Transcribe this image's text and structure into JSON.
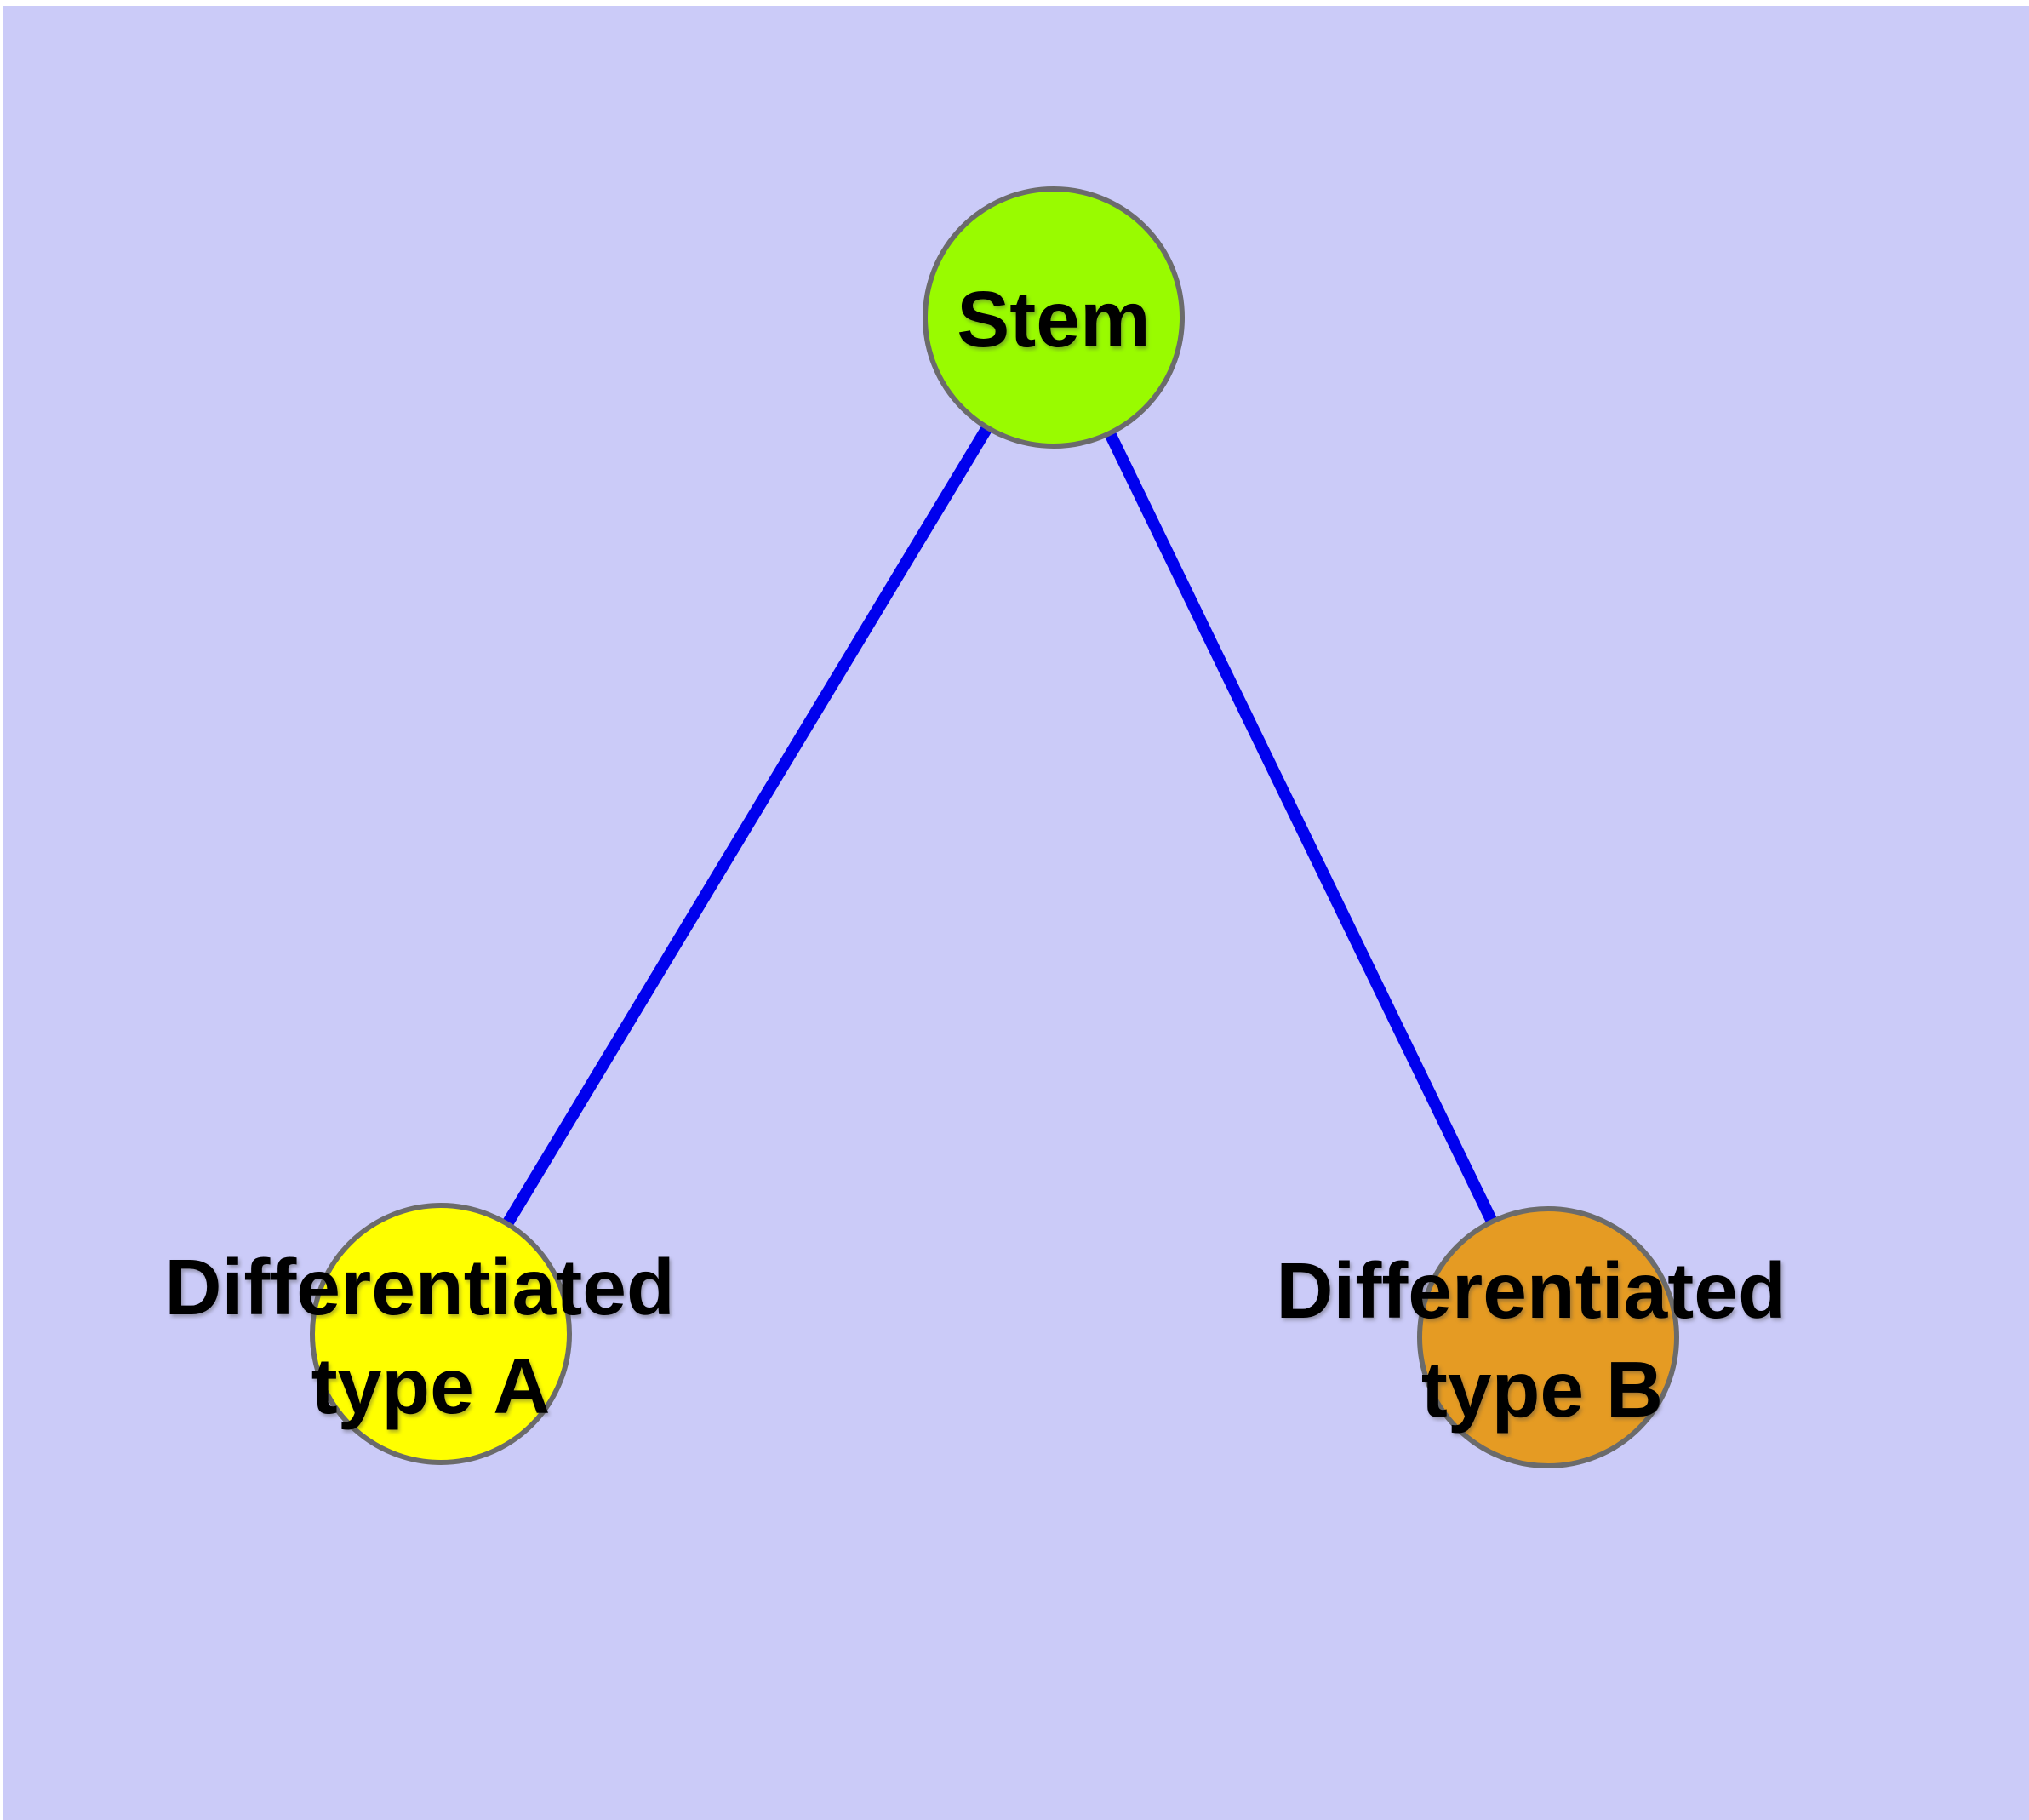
{
  "diagram": {
    "type": "graph",
    "description": "Stem cell differentiation tree: one stem node branching to two differentiated cell types",
    "background_color": "#cbcbf8",
    "page_margin_color": "#ffffff",
    "edge_color": "#0000ee",
    "node_border_color": "#6b6b6b",
    "nodes": [
      {
        "id": "stem",
        "label": "Stem",
        "label_lines": [
          "Stem"
        ],
        "fill": "#99fb00"
      },
      {
        "id": "type-a",
        "label": "Differentiated type A",
        "label_lines": [
          "Differentiated",
          "type A"
        ],
        "fill": "#ffff00"
      },
      {
        "id": "type-b",
        "label": "Differentiated type B",
        "label_lines": [
          "Differentiated",
          "type B"
        ],
        "fill": "#e59b23"
      }
    ],
    "edges": [
      {
        "from": "Stem",
        "to": "Differentiated type A"
      },
      {
        "from": "Stem",
        "to": "Differentiated type B"
      }
    ]
  }
}
